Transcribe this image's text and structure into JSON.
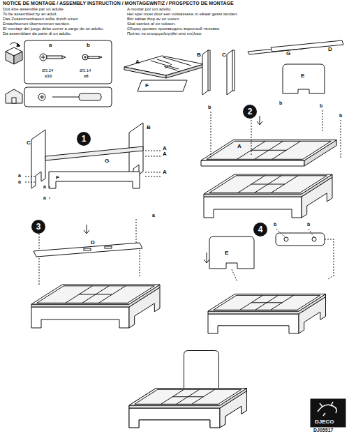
{
  "diagram": {
    "title": "NOTICE DE MONTAGE / ASSEMBLY INSTRUCTION / MONTAGEWNTIZ / PROSPECTO DE MONTAGE",
    "nodes": [
      {
        "text": [
          "1"
        ]
      },
      {
        "text": [
          "2"
        ]
      },
      {
        "text": [
          "3"
        ]
      },
      {
        "text": [
          "4"
        ]
      }
    ],
    "labels": [
      "Doit être assemblé par un adulte",
      "To be assembled by an adult.",
      "Das Zusammenbauen sollte durch einen Erwachsenen übernommen werden.",
      "El montaje del juego debe correr a cargo de un adulto.",
      "Da assemblare da parte di un adulto.",
      "A montar por um adulto.",
      "Het spel moet door een volwassene in elkaar gezet worden.",
      "Bör sättas ihop av en vuxen.",
      "Skal samles af en voksen.",
      "Сборку должен производить взрослый человек.",
      "Πρέπει να συναρμολογηθεί από ενήλικα.",
      "a",
      "Ø3.24",
      "x10",
      "b",
      "Ø3.14",
      "x6",
      "A",
      "F",
      "B",
      "C",
      "G",
      "D",
      "E",
      "C",
      "G",
      "F",
      "B",
      "A",
      "A",
      "A",
      "a",
      "a",
      "a",
      "a",
      "b",
      "b",
      "b",
      "b",
      "A",
      "a",
      "a",
      "D",
      "E",
      "b",
      "b",
      "DJECO",
      "DJ05517"
    ]
  }
}
